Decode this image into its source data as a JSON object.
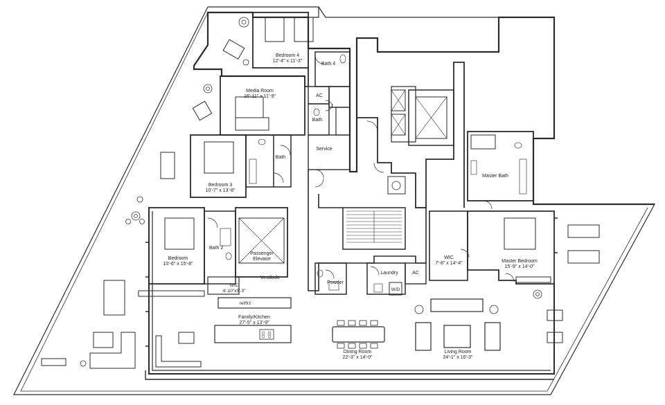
{
  "rooms": {
    "bedroom4": {
      "name": "Bedroom 4",
      "dims": "12'-4\" x 11'-3\""
    },
    "bath4": {
      "name": "Bath 4"
    },
    "media": {
      "name": "Media Room",
      "dims": "16'-11\" x 11'-9\""
    },
    "ac1": {
      "name": "AC"
    },
    "bath_a": {
      "name": "Bath"
    },
    "service": {
      "name": "Service"
    },
    "bedroom3": {
      "name": "Bedroom 3",
      "dims": "10'-7\" x 13'-8\""
    },
    "bath_b": {
      "name": "Bath"
    },
    "bath2": {
      "name": "Bath 2"
    },
    "elevator": {
      "name": "Passenger",
      "name2": "Elevator"
    },
    "bedroom": {
      "name": "Bedroom",
      "dims": "10'-6\" x 15'-8\""
    },
    "wic_small": {
      "name": "WIC",
      "dims": "4'-10\"x5'-3\""
    },
    "vestibule": {
      "name": "Vestibule"
    },
    "reffrz": {
      "name": "ref/frz"
    },
    "family": {
      "name": "Family/Kitchen",
      "dims": "27'-5\" x 13'-9\""
    },
    "powder": {
      "name": "Powder"
    },
    "laundry": {
      "name": "Laundry"
    },
    "wd": {
      "name": "W/D"
    },
    "ac2": {
      "name": "AC"
    },
    "wic_master": {
      "name": "WIC",
      "dims": "7'-8\" x 14'-4\""
    },
    "master_bath": {
      "name": "Master Bath"
    },
    "master_bed": {
      "name": "Master Bedroom",
      "dims": "15'-9\" x 14'-0\""
    },
    "dining": {
      "name": "Dining Room",
      "dims": "22'-3\" x 14'-0\""
    },
    "living": {
      "name": "Living Room",
      "dims": "24'-1\" x 16'-3\""
    }
  },
  "colors": {
    "line": "#2a2a2a",
    "fixture": "#555555",
    "fill": "#ffffff"
  }
}
